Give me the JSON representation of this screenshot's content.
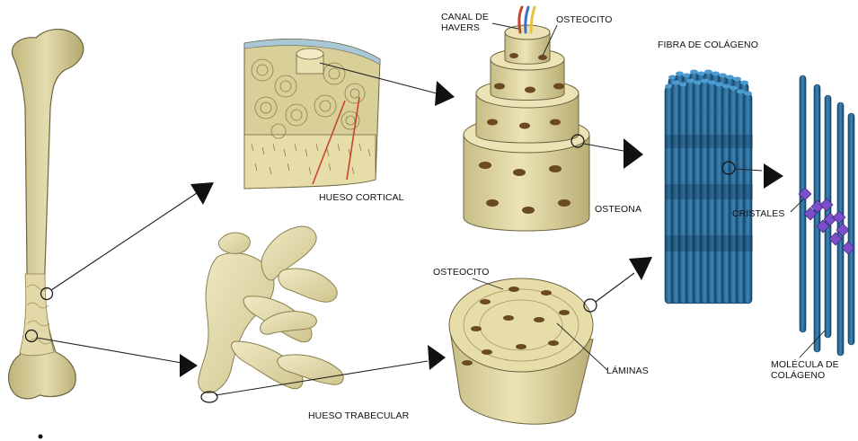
{
  "labels": {
    "canal_havers_line1": "CANAL DE",
    "canal_havers_line2": "HAVERS",
    "osteocito_top": "OSTEOCITO",
    "fibra_colageno": "FIBRA DE COLÁGENO",
    "hueso_cortical": "HUESO CORTICAL",
    "osteona": "OSTEONA",
    "cristales": "CRISTALES",
    "osteocito_bottom": "OSTEOCITO",
    "laminas": "LÁMINAS",
    "molecula_line1": "MOLÉCULA DE",
    "molecula_line2": "COLÁGENO",
    "hueso_trabecular": "HUESO TRABECULAR"
  },
  "colors": {
    "bone": "#d8cf9a",
    "bone_dark": "#a89b5e",
    "osteocyte": "#6b4a22",
    "collagen": "#2f6f9a",
    "collagen_dark": "#1d4f73",
    "crystal": "#7a4fc9",
    "vessel_red": "#c8452a",
    "vessel_blue": "#3a6fc4",
    "vessel_yellow": "#e6c23a",
    "outline": "#333333"
  }
}
